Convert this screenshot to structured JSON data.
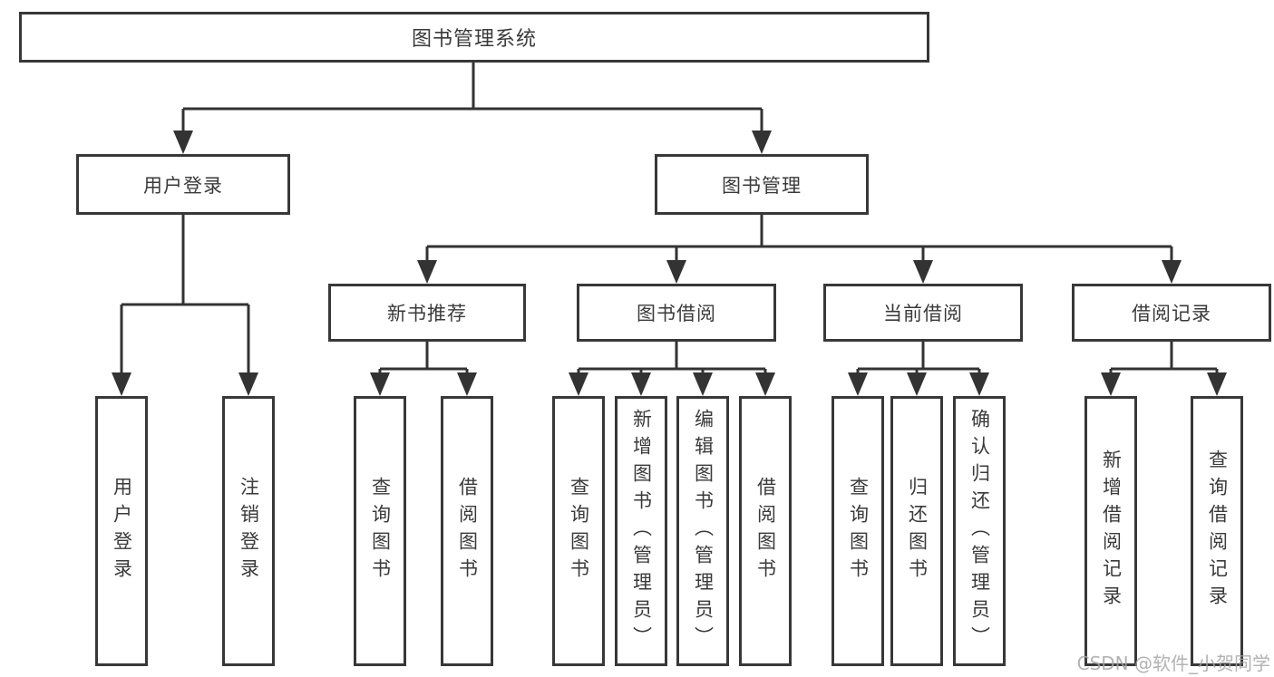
{
  "diagram": {
    "root": {
      "label": "图书管理系统"
    },
    "branches": [
      {
        "label": "用户登录",
        "children": [
          {
            "label": "用户登录"
          },
          {
            "label": "注销登录"
          }
        ]
      },
      {
        "label": "图书管理",
        "children": [
          {
            "label": "新书推荐",
            "children": [
              {
                "label": "查询图书"
              },
              {
                "label": "借阅图书"
              }
            ]
          },
          {
            "label": "图书借阅",
            "children": [
              {
                "label": "查询图书"
              },
              {
                "label": "新增图书（管理员）"
              },
              {
                "label": "编辑图书（管理员）"
              },
              {
                "label": "借阅图书"
              }
            ]
          },
          {
            "label": "当前借阅",
            "children": [
              {
                "label": "查询图书"
              },
              {
                "label": "归还图书"
              },
              {
                "label": "确认归还（管理员）"
              }
            ]
          },
          {
            "label": "借阅记录",
            "children": [
              {
                "label": "新增借阅记录"
              },
              {
                "label": "查询借阅记录"
              }
            ]
          }
        ]
      }
    ],
    "watermark": "CSDN @软件_小贺同学",
    "colors": {
      "line": "#333333",
      "border": "#383838",
      "text": "#3a3a3a",
      "watermark": "#a5a5a5",
      "background": "#ffffff"
    }
  }
}
